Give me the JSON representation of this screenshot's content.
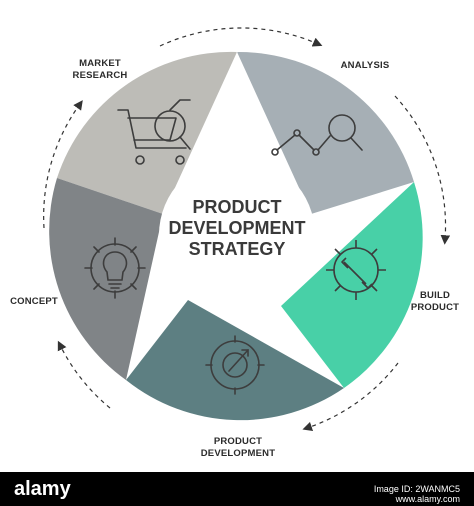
{
  "center": {
    "line1": "PRODUCT",
    "line2": "DEVELOPMENT",
    "line3": "STRATEGY"
  },
  "segments": [
    {
      "id": "market-research",
      "label_line1": "MARKET",
      "label_line2": "RESEARCH",
      "color": "#bdbcb7",
      "icon": "shopping-cart-magnifier-icon"
    },
    {
      "id": "analysis",
      "label_line1": "ANALYSIS",
      "label_line2": "",
      "color": "#a6afb5",
      "icon": "line-graph-magnifier-icon"
    },
    {
      "id": "build-product",
      "label_line1": "BUILD",
      "label_line2": "PRODUCT",
      "color": "#48d0a7",
      "icon": "gear-wrench-icon"
    },
    {
      "id": "product-development",
      "label_line1": "PRODUCT",
      "label_line2": "DEVELOPMENT",
      "color": "#5d7f82",
      "icon": "gear-arrow-icon"
    },
    {
      "id": "concept",
      "label_line1": "CONCEPT",
      "label_line2": "",
      "color": "#808487",
      "icon": "lightbulb-gear-icon"
    }
  ],
  "watermark": {
    "brand": "alamy",
    "image_id_label": "Image ID: 2WANMC5",
    "site": "www.alamy.com"
  }
}
